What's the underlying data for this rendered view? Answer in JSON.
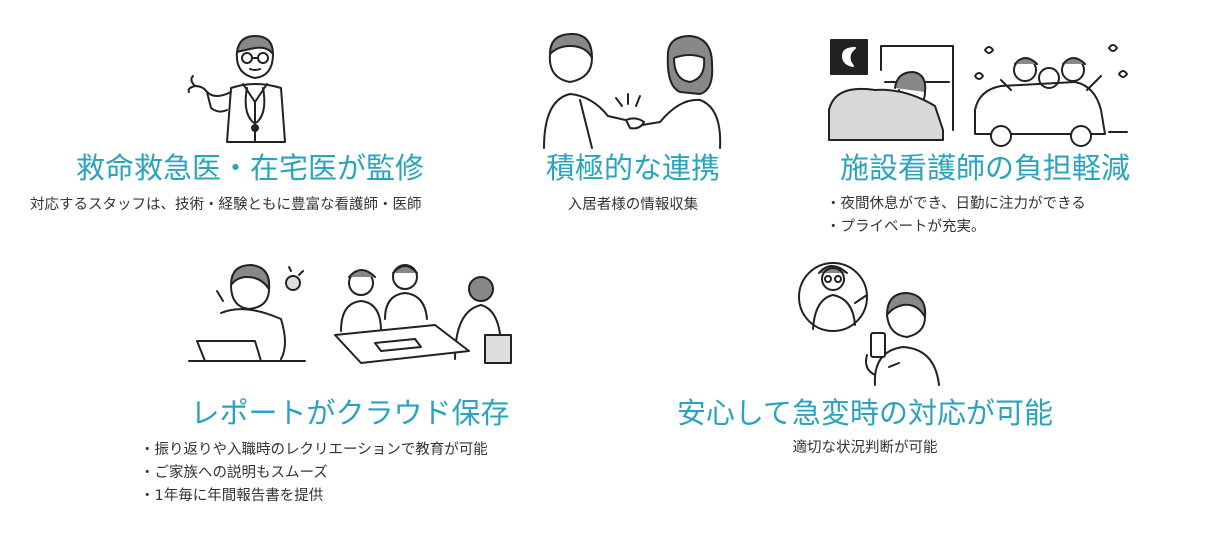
{
  "accent_color": "#2aa3bd",
  "features": [
    {
      "title": "救命救急医・在宅医が監修",
      "description": "対応するスタッフは、技術・経験ともに豊富な看護師・医師",
      "illustration": "doctor-explaining"
    },
    {
      "title": "積極的な連携",
      "description": "入居者様の情報収集",
      "illustration": "handshake"
    },
    {
      "title": "施設看護師の負担軽減",
      "bullets": [
        "・夜間休息ができ、日勤に注力ができる",
        "・プライベートが充実。"
      ],
      "illustration": "rest-and-family-outing"
    },
    {
      "title": "レポートがクラウド保存",
      "bullets": [
        "・振り返りや入職時のレクリエーションで教育が可能",
        "・ご家族への説明もスムーズ",
        "・1年毎に年間報告書を提供"
      ],
      "illustration": "laptop-and-meeting"
    },
    {
      "title": "安心して急変時の対応が可能",
      "description": "適切な状況判断が可能",
      "illustration": "remote-doctor-consultation"
    }
  ]
}
